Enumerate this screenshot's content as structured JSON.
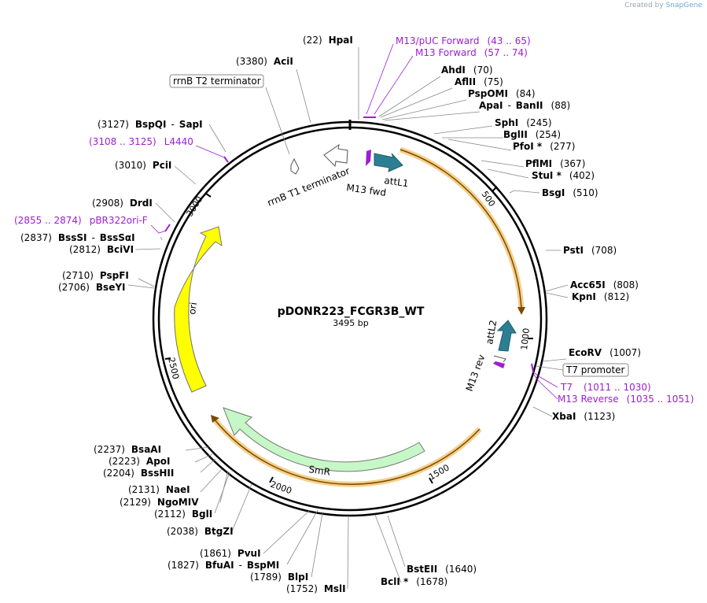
{
  "credit": {
    "prefix": "Created by",
    "brand": "SnapGene"
  },
  "plasmid": {
    "name": "pDONR223_FCGR3B_WT",
    "length": "3495 bp"
  },
  "ticks": [
    "500",
    "1000",
    "1500",
    "2000",
    "2500",
    "3000"
  ],
  "sites": {
    "hpai": {
      "pos": "(22)",
      "name": "HpaI"
    },
    "acii": {
      "pos": "(3380)",
      "name": "AciI"
    },
    "ahdi": {
      "pos": "(70)",
      "name": "AhdI"
    },
    "aflii": {
      "pos": "(75)",
      "name": "AflII"
    },
    "pspomi": {
      "pos": "(84)",
      "name": "PspOMI"
    },
    "apai": {
      "pos": "(88)",
      "name": "ApaI",
      "name2": "BanII"
    },
    "sphi": {
      "pos": "(245)",
      "name": "SphI"
    },
    "bglii": {
      "pos": "(254)",
      "name": "BglII"
    },
    "pfoi": {
      "pos": "(277)",
      "name": "PfoI *"
    },
    "pflmi": {
      "pos": "(367)",
      "name": "PflMI"
    },
    "stui": {
      "pos": "(402)",
      "name": "StuI *"
    },
    "bsgi": {
      "pos": "(510)",
      "name": "BsgI"
    },
    "psti": {
      "pos": "(708)",
      "name": "PstI"
    },
    "acc65i": {
      "pos": "(808)",
      "name": "Acc65I"
    },
    "kpni": {
      "pos": "(812)",
      "name": "KpnI"
    },
    "ecorv": {
      "pos": "(1007)",
      "name": "EcoRV"
    },
    "xbai": {
      "pos": "(1123)",
      "name": "XbaI"
    },
    "bsteii": {
      "pos": "(1640)",
      "name": "BstEII"
    },
    "bcli": {
      "pos": "(1678)",
      "name": "BclI *"
    },
    "msli": {
      "pos": "(1752)",
      "name": "MslI"
    },
    "blpi": {
      "pos": "(1789)",
      "name": "BlpI"
    },
    "bfuai": {
      "pos": "(1827)",
      "name": "BfuAI",
      "name2": "BspMI"
    },
    "pvui": {
      "pos": "(1861)",
      "name": "PvuI"
    },
    "btgzi": {
      "pos": "(2038)",
      "name": "BtgZI"
    },
    "bgli": {
      "pos": "(2112)",
      "name": "BglI"
    },
    "ngomiv": {
      "pos": "(2129)",
      "name": "NgoMIV"
    },
    "naei": {
      "pos": "(2131)",
      "name": "NaeI"
    },
    "bsshii": {
      "pos": "(2204)",
      "name": "BssHII"
    },
    "apoi": {
      "pos": "(2223)",
      "name": "ApoI"
    },
    "bsaai": {
      "pos": "(2237)",
      "name": "BsaAI"
    },
    "bseyi": {
      "pos": "(2706)",
      "name": "BseYI"
    },
    "pspfi": {
      "pos": "(2710)",
      "name": "PspFI"
    },
    "bcivi": {
      "pos": "(2812)",
      "name": "BciVI"
    },
    "bsssi": {
      "pos": "(2837)",
      "name": "BssSI",
      "name2": "BssSαI"
    },
    "drdi": {
      "pos": "(2908)",
      "name": "DrdI"
    },
    "pcii": {
      "pos": "(3010)",
      "name": "PciI"
    },
    "bspqi": {
      "pos": "(3127)",
      "name": "BspQI",
      "name2": "SapI"
    }
  },
  "primers": {
    "m13puc": {
      "name": "M13/pUC Forward",
      "range": "(43 .. 65)"
    },
    "m13fwd": {
      "name": "M13 Forward",
      "range": "(57 .. 74)"
    },
    "l4440": {
      "name": "L4440",
      "range": "(3108 .. 3125)"
    },
    "pbr322": {
      "name": "pBR322ori-F",
      "range": "(2855 .. 2874)"
    },
    "t7": {
      "name": "T7",
      "range": "(1011 .. 1030)"
    },
    "m13rev": {
      "name": "M13 Reverse",
      "range": "(1035 .. 1051)"
    }
  },
  "boxed": {
    "rrnb_t2": "rrnB T2 terminator",
    "t7_promoter": "T7 promoter"
  },
  "features": {
    "attl1": "attL1",
    "m13_fwd": "M13 fwd",
    "rrnb_t1": "rrnB T1 terminator",
    "attl2": "attL2",
    "m13_rev": "M13 rev",
    "ori": "ori",
    "smr": "SmR"
  },
  "colors": {
    "primer": "#9b1fd1",
    "att": "#2c7f93",
    "orf": "#f0b24a",
    "ori": "#ffff00",
    "smr": "#c6f7c6"
  }
}
